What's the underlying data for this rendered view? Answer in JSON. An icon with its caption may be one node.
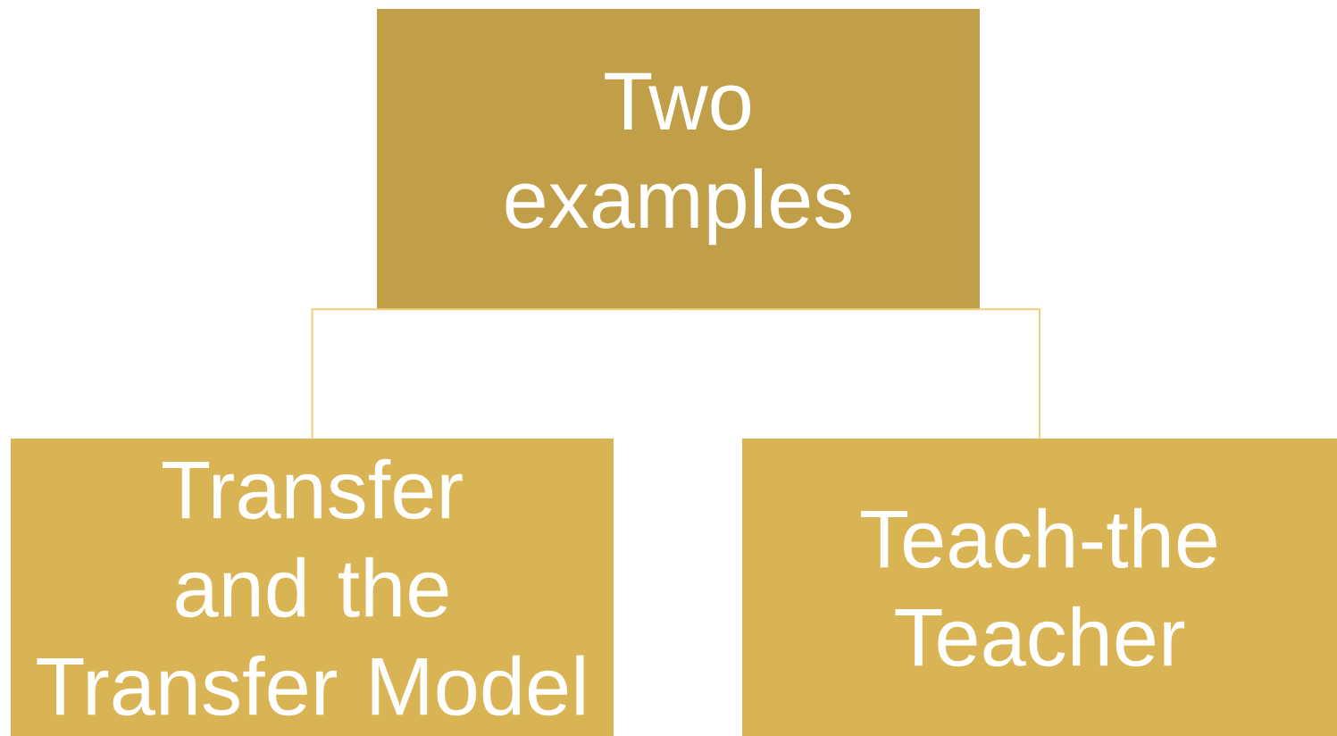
{
  "diagram": {
    "nodes": [
      {
        "text": [
          "Two examples"
        ]
      },
      {
        "text": [
          "Transfer and the Transfer Model"
        ]
      },
      {
        "text": [
          "Teach-the Teacher"
        ]
      }
    ],
    "edges": [
      {
        "from": 0,
        "to": 1,
        "arrow": "none"
      },
      {
        "from": 0,
        "to": 2,
        "arrow": "none"
      }
    ]
  }
}
